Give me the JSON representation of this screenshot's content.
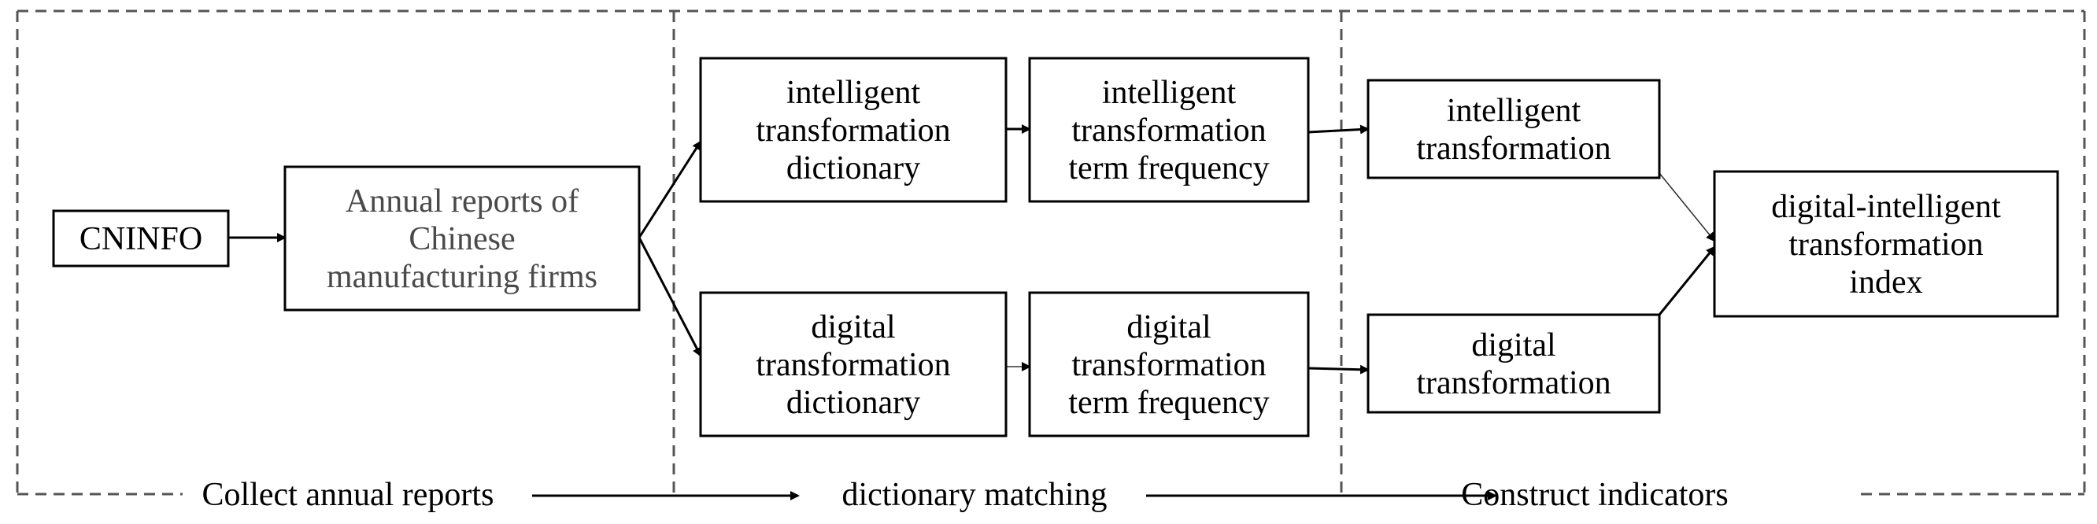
{
  "colors": {
    "border": "#000000",
    "dashed_frame": "#555555",
    "grey_text": "#4a4a4a"
  },
  "nodes": {
    "cninfo": {
      "lines": [
        "CNINFO"
      ]
    },
    "annual_reports": {
      "lines": [
        "Annual reports of",
        "Chinese",
        "manufacturing firms"
      ]
    },
    "intelligent_dictionary": {
      "lines": [
        "intelligent",
        "transformation",
        "dictionary"
      ]
    },
    "intelligent_frequency": {
      "lines": [
        "intelligent",
        "transformation",
        "term frequency"
      ]
    },
    "digital_dictionary": {
      "lines": [
        "digital",
        "transformation",
        "dictionary"
      ]
    },
    "digital_frequency": {
      "lines": [
        "digital",
        "transformation",
        "term frequency"
      ]
    },
    "intelligent_transformation": {
      "lines": [
        "intelligent",
        "transformation"
      ]
    },
    "digital_transformation": {
      "lines": [
        "digital",
        "transformation"
      ]
    },
    "index": {
      "lines": [
        "digital-intelligent",
        "transformation",
        "index"
      ]
    }
  },
  "stages": {
    "collect": "Collect annual reports",
    "matching": "dictionary matching",
    "construct": "Construct indicators"
  }
}
